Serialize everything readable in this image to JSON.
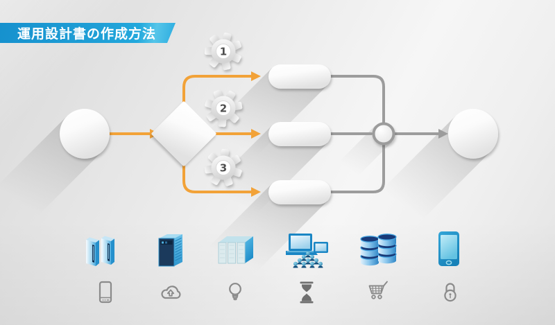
{
  "title": {
    "text": "運用設計書の作成方法"
  },
  "flow": {
    "gears": [
      {
        "label": "1"
      },
      {
        "label": "2"
      },
      {
        "label": "3"
      }
    ],
    "nodes": {
      "start": "start-circle",
      "decision": "decision-diamond",
      "tasks": [
        "task-pill-1",
        "task-pill-2",
        "task-pill-3"
      ],
      "merge": "merge-circle",
      "end": "end-circle"
    }
  },
  "icons": {
    "row1": [
      "binders",
      "server-tower",
      "server-cluster",
      "workstation-group",
      "database",
      "smartphone"
    ],
    "row2": [
      "mobile-phone",
      "cloud-upload",
      "lightbulb",
      "hourglass",
      "shopping-cart",
      "padlock"
    ]
  },
  "colors": {
    "banner_blue": "#1e9fd8",
    "arrow_orange": "#f2a238",
    "line_gray": "#9c9c9c",
    "icon_blue": "#2f9fd6",
    "icon_outline_gray": "#8a8a8a",
    "background_gray": "#e9e9e9"
  }
}
